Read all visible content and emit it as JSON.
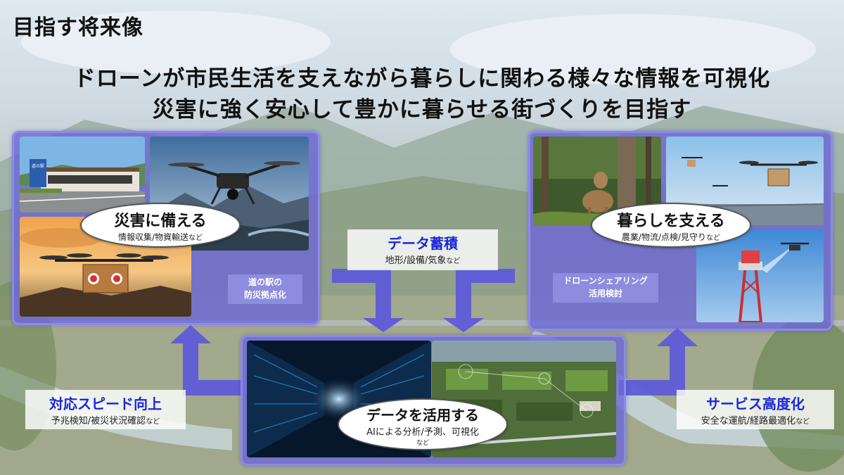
{
  "title": "目指す将来像",
  "headline": {
    "line1": "ドローンが市民生活を支えながら暮らしに関わる様々な情報を可視化",
    "line2": "災害に強く安心して豊かに暮らせる街づくりを目指す"
  },
  "left_panel": {
    "heading": "災害に備える",
    "detail": "情報収集/物資輸送",
    "suffix": "など",
    "note_line1": "道の駅の",
    "note_line2": "防災拠点化"
  },
  "right_panel": {
    "heading": "暮らしを支える",
    "detail": "農業/物流/点検/見守り",
    "suffix": "など",
    "note_line1": "ドローンシェアリング",
    "note_line2": "活用検討"
  },
  "data_accumulation": {
    "heading": "データ蓄積",
    "detail": "地形/設備/気象",
    "suffix": "など"
  },
  "center_panel": {
    "heading": "データを活用する",
    "detail": "AIによる分析/予測、可視化",
    "suffix": "など"
  },
  "left_outcome": {
    "heading": "対応スピード向上",
    "detail": "予兆検知/被災状況確認",
    "suffix": "など"
  },
  "right_outcome": {
    "heading": "サービス高度化",
    "detail": "安全な運航/経路最適化",
    "suffix": "など"
  },
  "photo_sign_text": "道の駅",
  "colors": {
    "panel": "#6c68d6",
    "arrow": "#5f5ad8",
    "heading_blue": "#1a28d8"
  }
}
